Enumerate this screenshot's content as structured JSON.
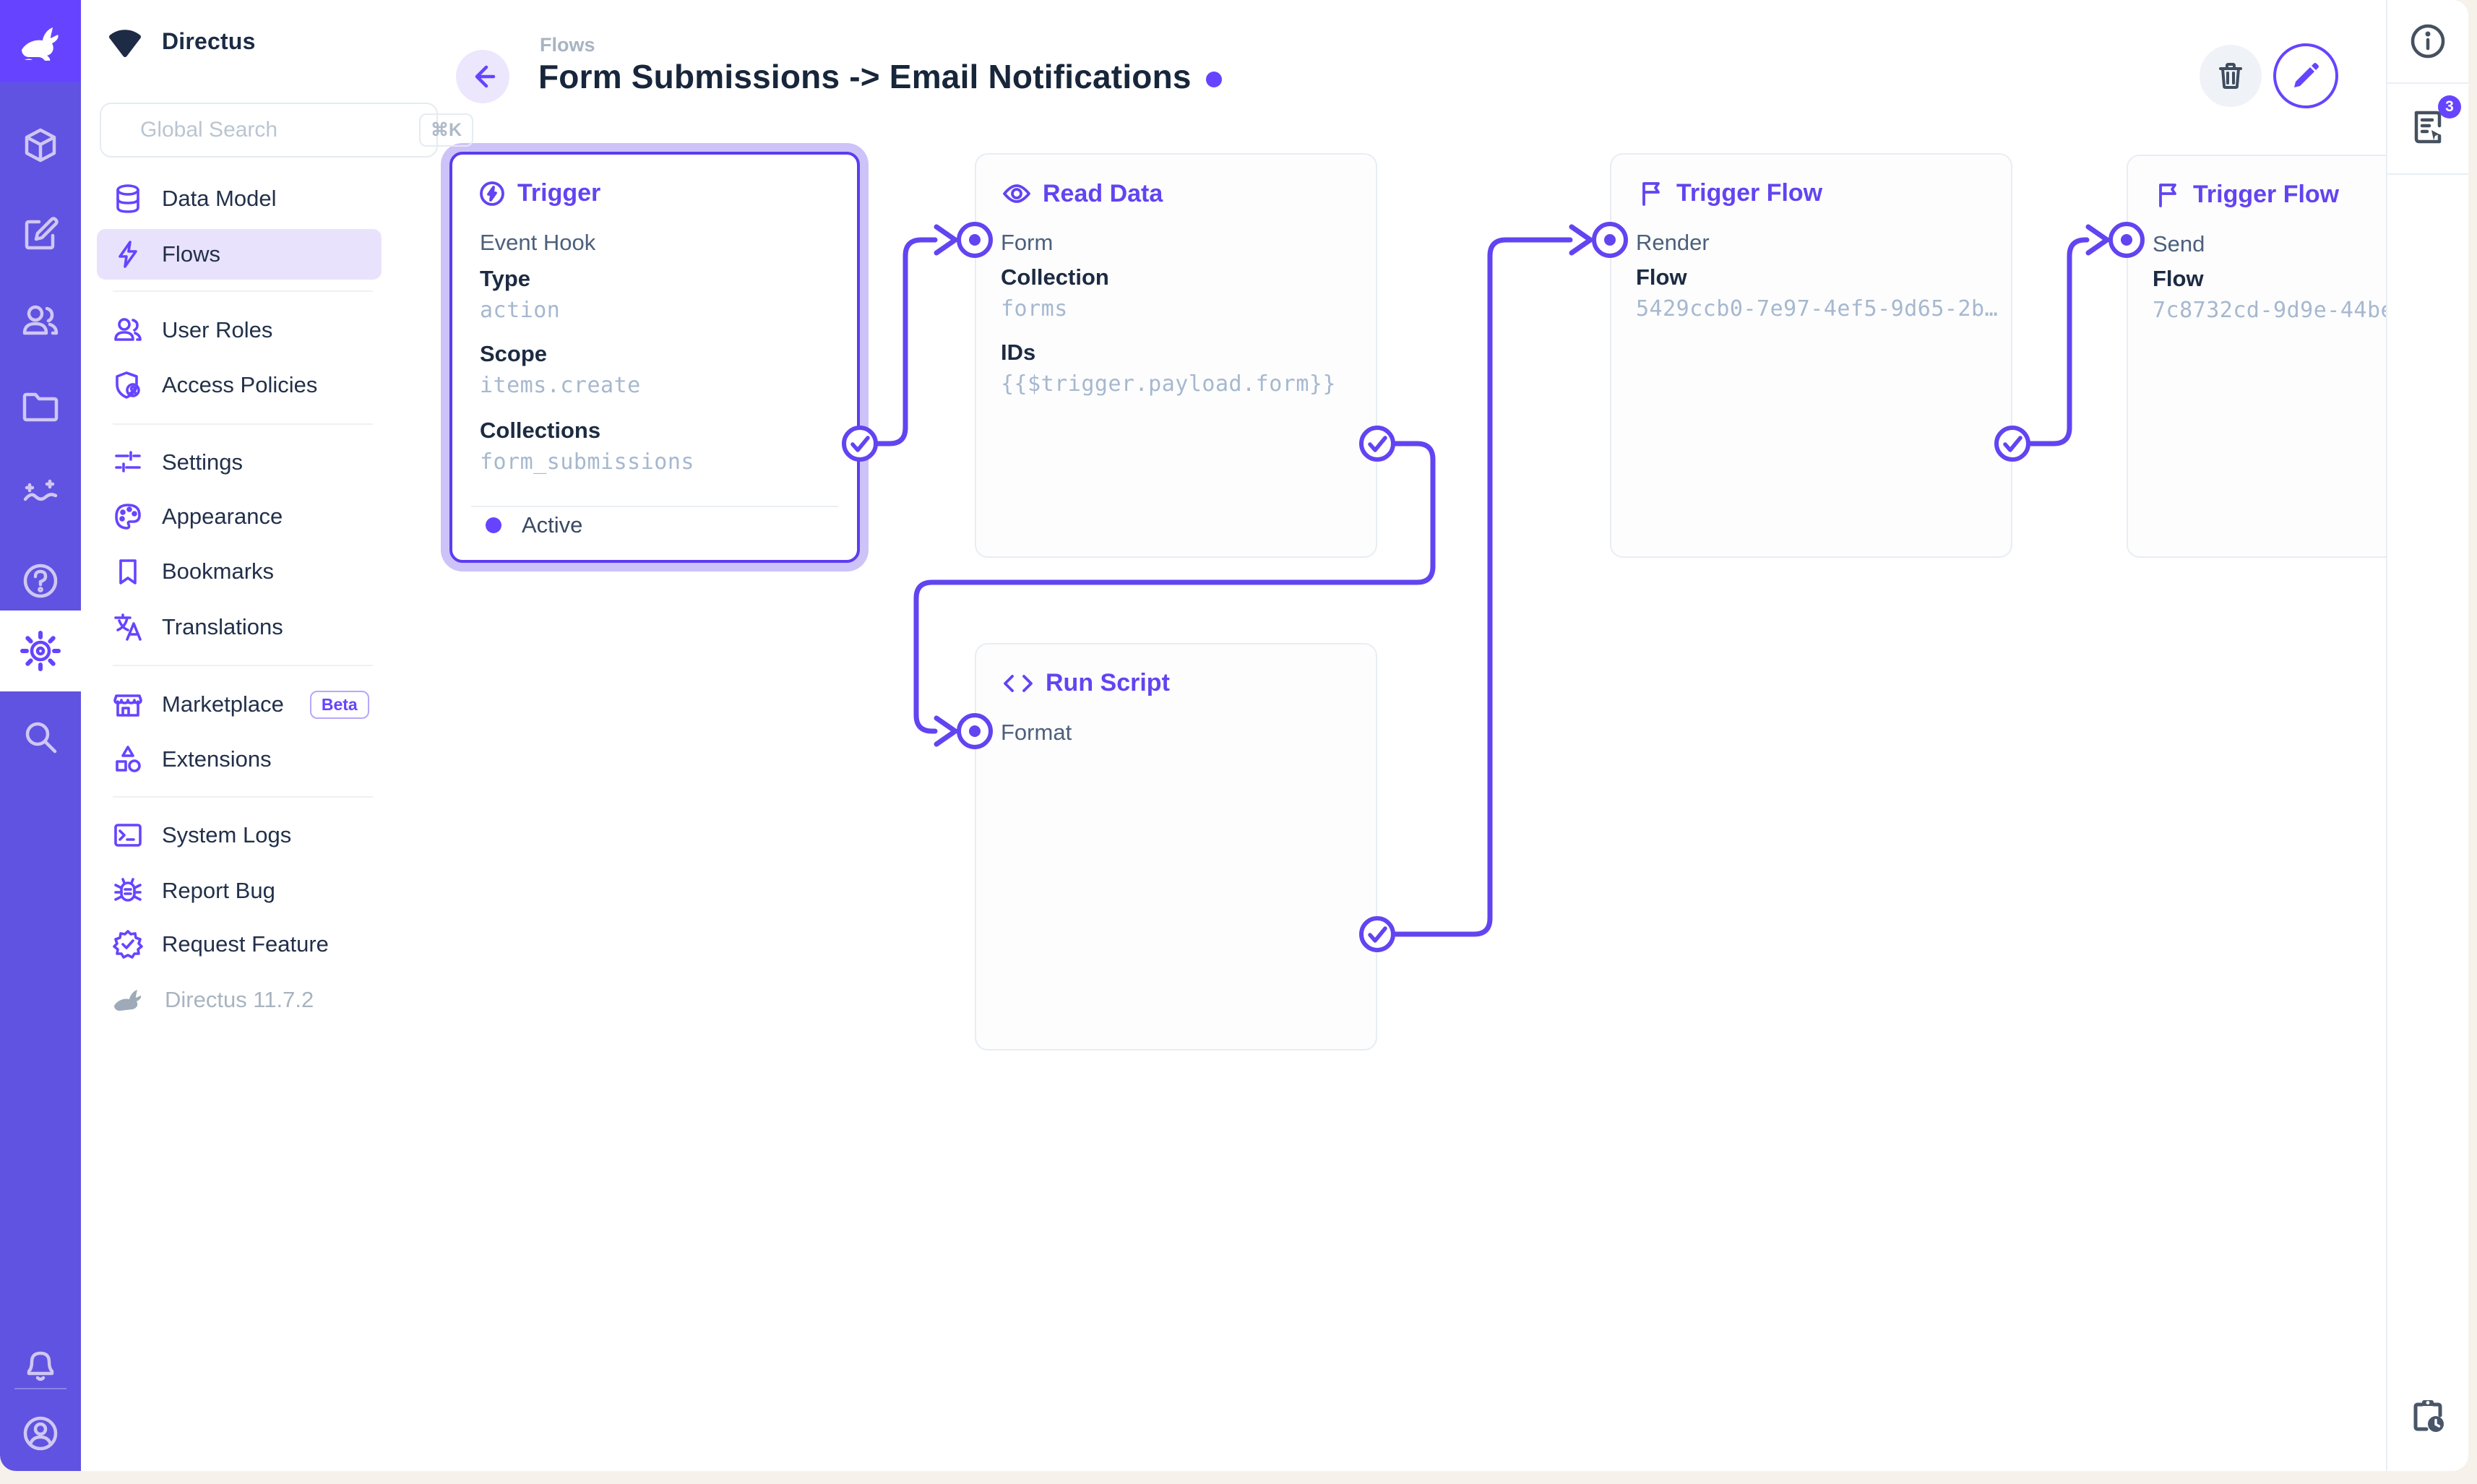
{
  "app": {
    "project_name": "Directus"
  },
  "module_bar": {
    "items": [
      "content",
      "editor",
      "users",
      "files",
      "insights",
      "help",
      "settings",
      "search"
    ],
    "active_module": "settings"
  },
  "nav": {
    "search": {
      "placeholder": "Global Search",
      "shortcut": "⌘K"
    },
    "items": [
      {
        "label": "Data Model"
      },
      {
        "label": "Flows",
        "active": true
      },
      {
        "label": "User Roles"
      },
      {
        "label": "Access Policies"
      },
      {
        "label": "Settings"
      },
      {
        "label": "Appearance"
      },
      {
        "label": "Bookmarks"
      },
      {
        "label": "Translations"
      },
      {
        "label": "Marketplace",
        "badge": "Beta"
      },
      {
        "label": "Extensions"
      },
      {
        "label": "System Logs"
      },
      {
        "label": "Report Bug"
      },
      {
        "label": "Request Feature"
      }
    ],
    "footer_version": "Directus 11.7.2"
  },
  "header": {
    "breadcrumb": "Flows",
    "title": "Form Submissions -> Email Notifications"
  },
  "flow": {
    "panels": [
      {
        "id": "trigger",
        "title": "Trigger",
        "subtitle": "Event Hook",
        "fields": [
          {
            "label": "Type",
            "value": "action"
          },
          {
            "label": "Scope",
            "value": "items.create"
          },
          {
            "label": "Collections",
            "value": "form_submissions"
          }
        ],
        "status": "Active"
      },
      {
        "id": "read-data",
        "title": "Read Data",
        "input": "Form",
        "fields": [
          {
            "label": "Collection",
            "value": "forms"
          },
          {
            "label": "IDs",
            "value": "{{$trigger.payload.form}}"
          }
        ]
      },
      {
        "id": "trigger-flow-render",
        "title": "Trigger Flow",
        "input": "Render",
        "fields": [
          {
            "label": "Flow",
            "value": "5429ccb0-7e97-4ef5-9d65-2b…"
          }
        ]
      },
      {
        "id": "trigger-flow-send",
        "title": "Trigger Flow",
        "input": "Send",
        "fields": [
          {
            "label": "Flow",
            "value": "7c8732cd-9d9e-44be"
          }
        ]
      },
      {
        "id": "run-script",
        "title": "Run Script",
        "input": "Format",
        "fields": []
      }
    ]
  },
  "right_sidebar": {
    "notifications_count": "3"
  },
  "colors": {
    "accent": "#6644FF",
    "module_bar": "#6053E1",
    "selection_border": "#5B3DF0",
    "muted_mono": "#A6B8CF",
    "panel_border": "#E8EDF4"
  }
}
